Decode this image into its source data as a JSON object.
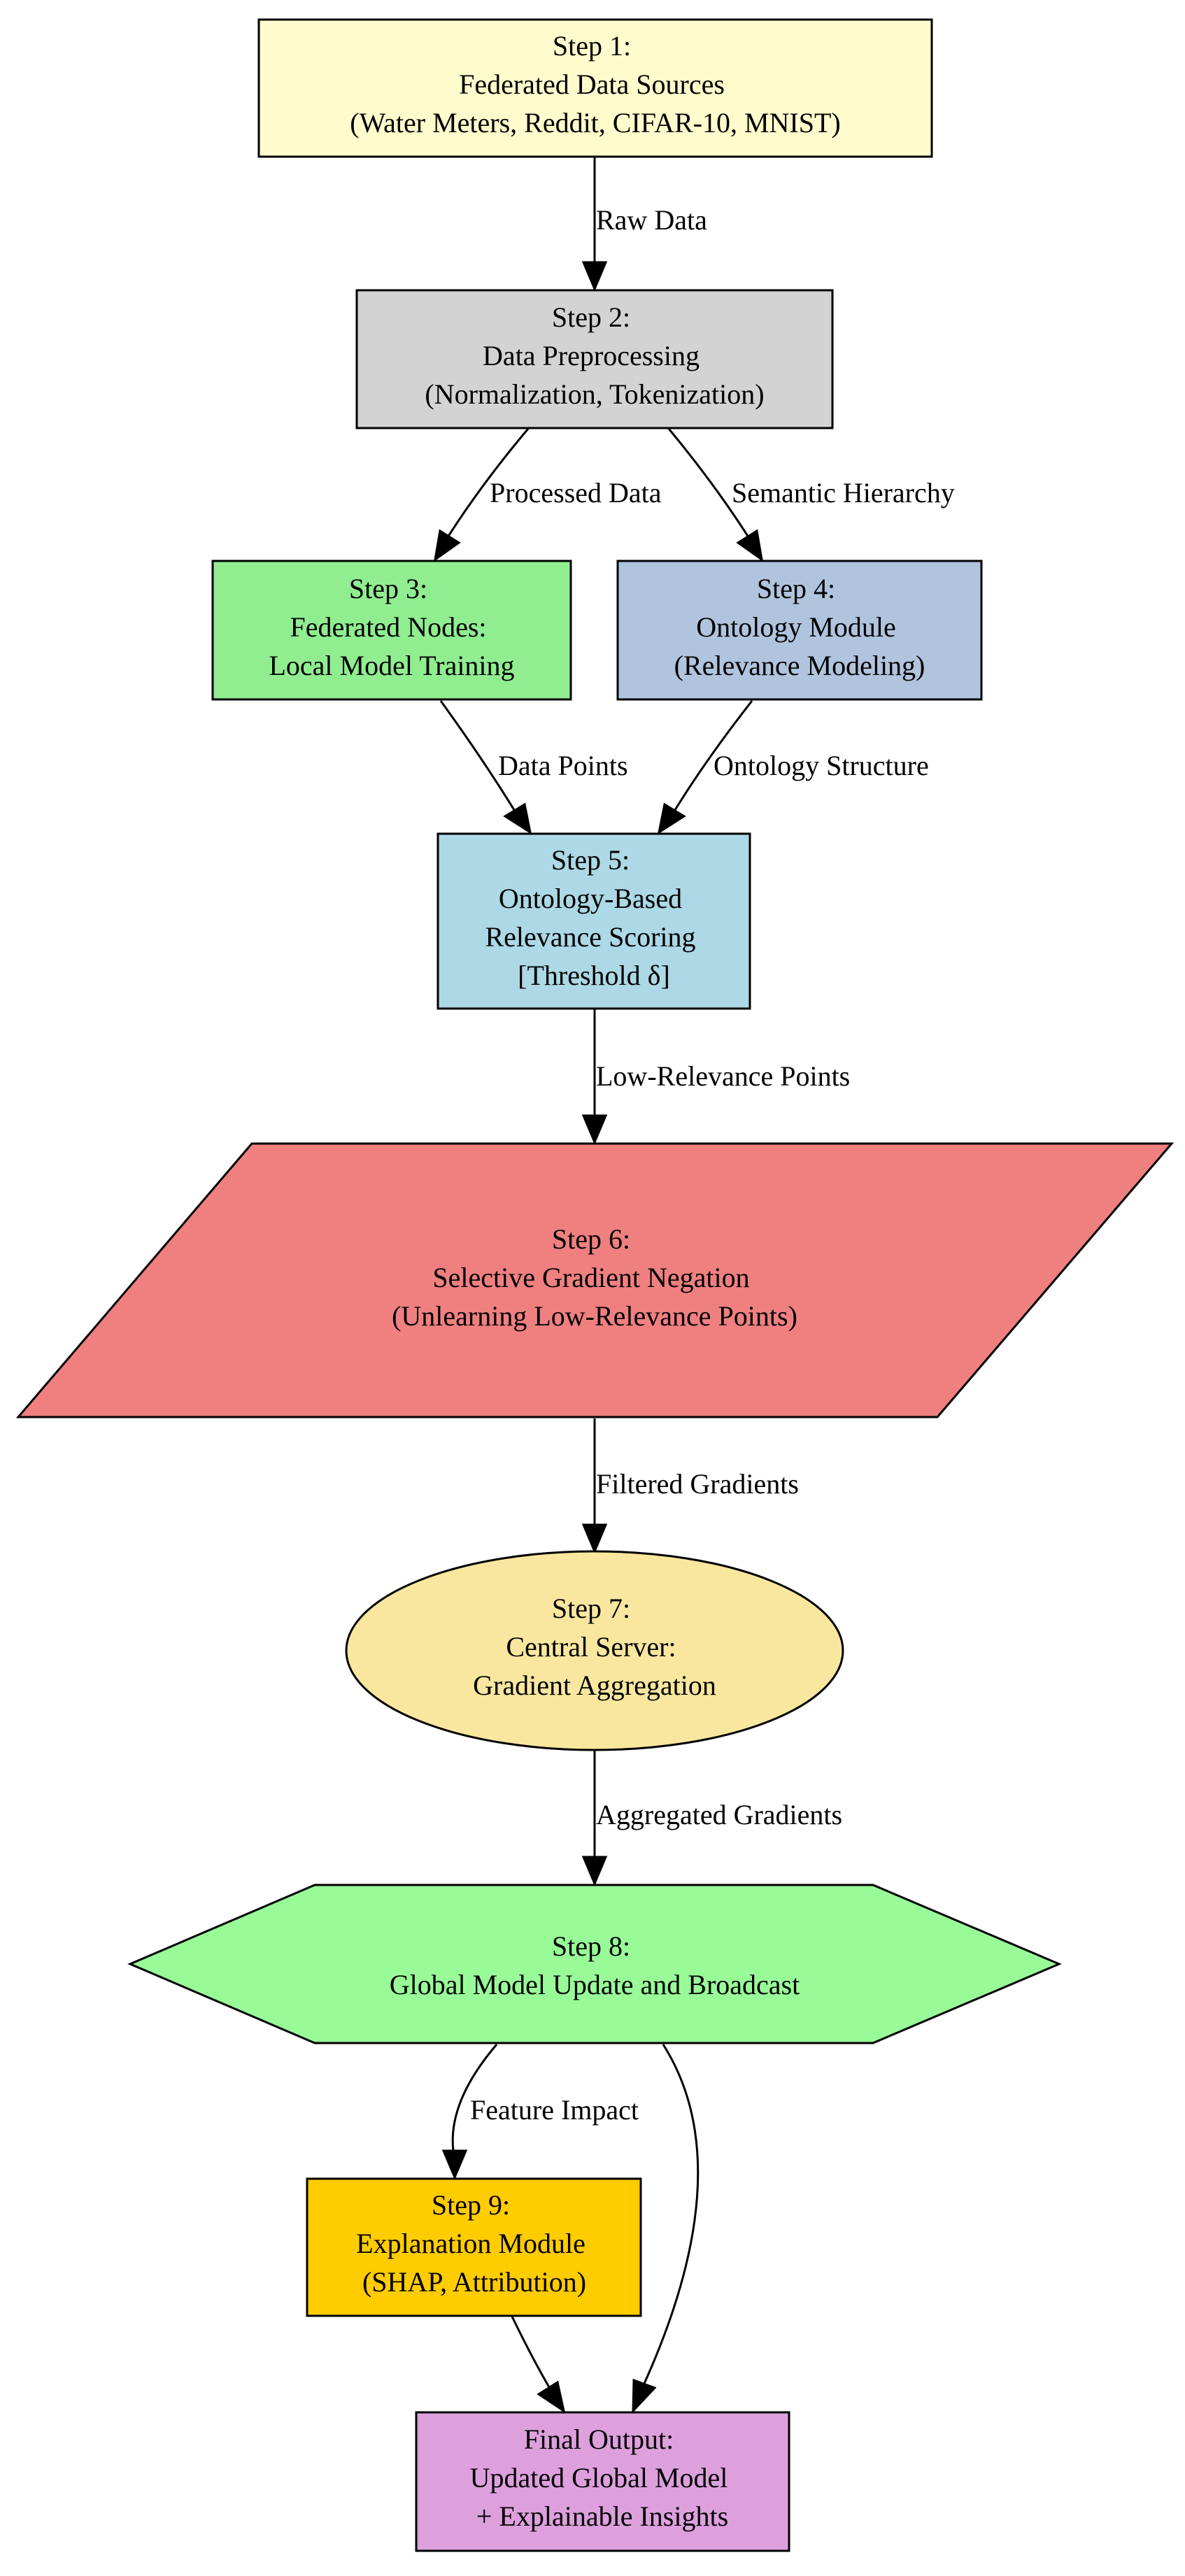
{
  "colors": {
    "step1": "#fefccc",
    "step2": "#d3d3d3",
    "step3": "#90ee90",
    "step4": "#b0c4de",
    "step5": "#add8e6",
    "step6": "#f08080",
    "step7": "#f9e79f",
    "step8": "#98fb98",
    "step9": "#ffcc00",
    "final": "#dda0dd"
  },
  "nodes": {
    "step1": [
      "Step 1:",
      "Federated Data Sources",
      "(Water Meters, Reddit, CIFAR-10, MNIST)"
    ],
    "step2": [
      "Step 2:",
      "Data Preprocessing",
      "(Normalization, Tokenization)"
    ],
    "step3": [
      "Step 3:",
      "Federated Nodes:",
      "Local Model Training"
    ],
    "step4": [
      "Step 4:",
      "Ontology Module",
      "(Relevance Modeling)"
    ],
    "step5": [
      "Step 5:",
      "Ontology-Based",
      "Relevance Scoring",
      "[Threshold δ]"
    ],
    "step6": [
      "Step 6:",
      "Selective Gradient Negation",
      "(Unlearning Low-Relevance Points)"
    ],
    "step7": [
      "Step 7:",
      "Central Server:",
      "Gradient Aggregation"
    ],
    "step8": [
      "Step 8:",
      "Global Model Update and Broadcast"
    ],
    "step9": [
      "Step 9:",
      "Explanation Module",
      "(SHAP, Attribution)"
    ],
    "final": [
      "Final Output:",
      "Updated Global Model",
      "+ Explainable Insights"
    ]
  },
  "edges": {
    "e1": "Raw Data",
    "e2": "Processed Data",
    "e3": "Semantic Hierarchy",
    "e4": "Data Points",
    "e5": "Ontology Structure",
    "e6": "Low-Relevance Points",
    "e7": "Filtered Gradients",
    "e8": "Aggregated Gradients",
    "e9": "Feature Impact"
  }
}
